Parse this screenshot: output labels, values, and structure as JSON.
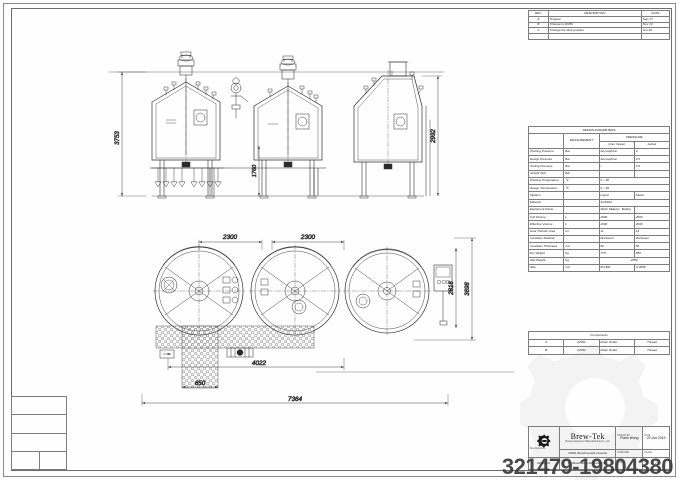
{
  "sheet": {
    "watermark": "321479-19804380"
  },
  "revision_block": {
    "headers": [
      "REV.",
      "DESCRIPTION",
      "DATE"
    ],
    "rows": [
      {
        "rev": "A",
        "description": "Original",
        "date": "Sep 17"
      },
      {
        "rev": "B",
        "description": "Change to DN50",
        "date": "Nov 13"
      },
      {
        "rev": "C",
        "description": "Change the tank position",
        "date": "Jun 20"
      }
    ]
  },
  "design_parameters": {
    "title": "DESIGN PARAMETERS",
    "col_measurement": "MEASUREMENT",
    "col_pressure": "PRESSURE",
    "col_inner": "Inner Vessel",
    "col_jacket": "Jacket",
    "rows": [
      {
        "label": "Working  Pressure",
        "unit": "Bar",
        "inner": "Atmospheric",
        "jacket": "3"
      },
      {
        "label": "Design Pressure",
        "unit": "Bar",
        "inner": "Atmospheric",
        "jacket": "3.5"
      },
      {
        "label": "Testing Pressure",
        "unit": "Bar",
        "inner": "/",
        "jacket": "3.8"
      },
      {
        "label": "Airtight Test",
        "unit": "Bar",
        "inner": "",
        "jacket": ""
      },
      {
        "label": "Working  Temperature",
        "unit": "℃",
        "inner": "0 ~ 98",
        "jacket": ""
      },
      {
        "label": "Design Temperature",
        "unit": "℃",
        "inner": "0 ~ 99",
        "jacket": ""
      },
      {
        "label": "Medium",
        "unit": "",
        "inner": "Liquid",
        "jacket": "Steam"
      },
      {
        "label": "Material",
        "unit": "",
        "inner": "SUS304",
        "jacket": ""
      }
    ],
    "equipment_header": {
      "label": "Equipment Name",
      "c1": "Mash Tun",
      "c2": "Lauter",
      "c3": "Boiling"
    },
    "equipment_rows": [
      {
        "label": "Full  Volume",
        "unit": "L",
        "c1": "2600",
        "c2": "2600",
        "c3": "2600"
      },
      {
        "label": "Effective  Volume",
        "unit": "L",
        "c1": "2000",
        "c2": "2000",
        "c3": "2000"
      },
      {
        "label": "Heat Transfer Area",
        "unit": "m²",
        "c1": "11",
        "c2": "/",
        "c3": "14"
      },
      {
        "label": "Insulation Material",
        "unit": "",
        "c1": "Rockwool",
        "c2": "Rockwool",
        "c3": "Rockwool"
      },
      {
        "label": "Insulation Thickness",
        "unit": "mm",
        "c1": "80",
        "c2": "80",
        "c3": "80"
      },
      {
        "label": "Dry Weight",
        "unit": "Kg",
        "c1": "770",
        "c2": "800",
        "c3": "680"
      },
      {
        "label": "Wet Weight",
        "unit": "Kg",
        "c1": "2850",
        "c2": "",
        "c3": ""
      },
      {
        "label": "Size",
        "unit": "mm",
        "c1": "Ø 2300",
        "c2": "Ø 2300",
        "c3": "H 3698"
      }
    ]
  },
  "components_block": {
    "title": "Components",
    "rows": [
      {
        "mark": "A",
        "size": "DN50",
        "name": "Drain Outlet",
        "conn": "Thread"
      },
      {
        "mark": "B",
        "size": "DN50",
        "name": "Drain Outlet",
        "conn": "Thread"
      }
    ]
  },
  "title_block": {
    "brand": "Brew-Tek",
    "brand_sub": "Brewery Equipment Manufacturing Co., Ltd.",
    "logo_name": "BrewSolutions",
    "project": "2000L Brewhouse(3-vessels)",
    "drawing_no": "BT-Brewhouse-2000-2011-C6",
    "drawn_label": "DRAWN BY",
    "drawn_by": "Frank Wang",
    "date_label": "DATE",
    "date": "20 Jun 2019",
    "checked_label": "CHECKED",
    "checked_by": "",
    "scale_label": "SCALE",
    "scale": "",
    "sheet_label": "SHEET",
    "sheet_no": "",
    "rev_label": "REV",
    "rev": "C"
  },
  "left_block": {
    "rows": [
      "",
      "",
      "",
      ""
    ]
  },
  "dimensions": {
    "elev_height_left": "3753",
    "elev_height_right": "2992",
    "elev_inner": "1760",
    "plan_span_1": "2300",
    "plan_span_2": "2300",
    "plan_depth_1": "2816",
    "plan_depth_2": "3698",
    "plan_partial": "4022",
    "plan_small": "650",
    "plan_overall": "7364"
  }
}
